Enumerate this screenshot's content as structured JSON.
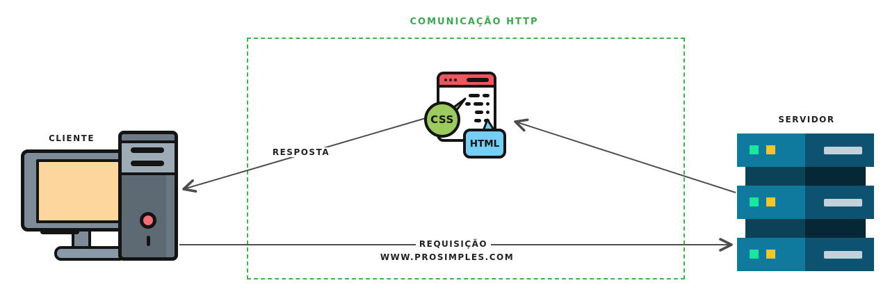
{
  "diagram": {
    "title": "COMUNICAÇÃO HTTP",
    "client": {
      "label": "CLIENTE"
    },
    "server": {
      "label": "SERVIDOR"
    },
    "flows": {
      "response_label": "RESPOSTA",
      "request_label": "REQUISIÇÃO",
      "request_url": "WWW.PROSIMPLES.COM"
    },
    "browser_icon": {
      "css_label": "CSS",
      "html_label": "HTML"
    },
    "colors": {
      "box_green": "#3cb54a",
      "title_green": "#3aa84f",
      "arrow_gray": "#4d4d4d",
      "label_black": "#222222",
      "browser_bar_red": "#f2555e",
      "css_bubble_green": "#9bcb5e",
      "html_badge_blue": "#74cef5",
      "monitor_gray": "#7e8c99",
      "screen_peach": "#fdd69e",
      "tower_gray": "#5d6a74",
      "power_button_red": "#f26d76",
      "server_teal": "#0f7a9e",
      "server_dark_blue": "#0d5270",
      "connector_dark": "#0c4258",
      "led_green": "#18e89e",
      "led_yellow": "#f5c627",
      "vent_bar_gray": "#c2d2da"
    }
  }
}
